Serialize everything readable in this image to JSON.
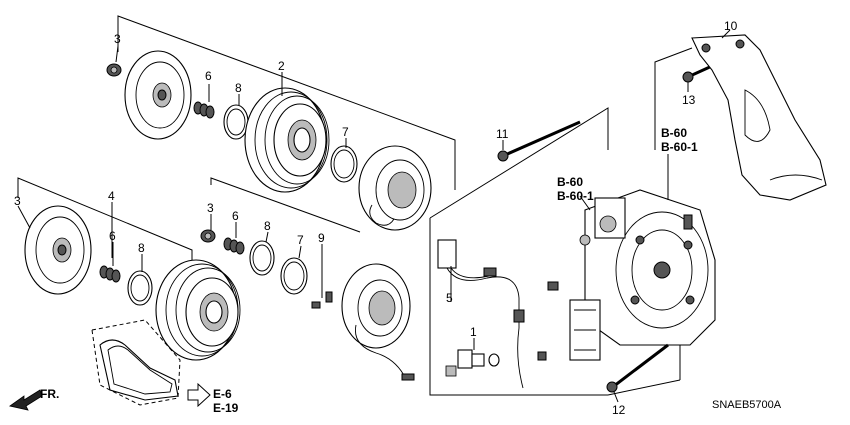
{
  "callouts": {
    "c1": "1",
    "c2": "2",
    "c3a": "3",
    "c3b": "3",
    "c3c": "3",
    "c4": "4",
    "c5": "5",
    "c6a": "6",
    "c6b": "6",
    "c6c": "6",
    "c7a": "7",
    "c7b": "7",
    "c8a": "8",
    "c8b": "8",
    "c8c": "8",
    "c9": "9",
    "c10": "10",
    "c11": "11",
    "c12": "12",
    "c13": "13"
  },
  "refs": {
    "b60_top_a": "B-60",
    "b60_top_b": "B-60-1",
    "b60_mid_a": "B-60",
    "b60_mid_b": "B-60-1",
    "e6": "E-6",
    "e19": "E-19"
  },
  "front_label": "FR.",
  "diagram_code": "SNAEB5700A",
  "icons": [
    "front-direction-arrow-icon",
    "reference-arrow-icon"
  ]
}
